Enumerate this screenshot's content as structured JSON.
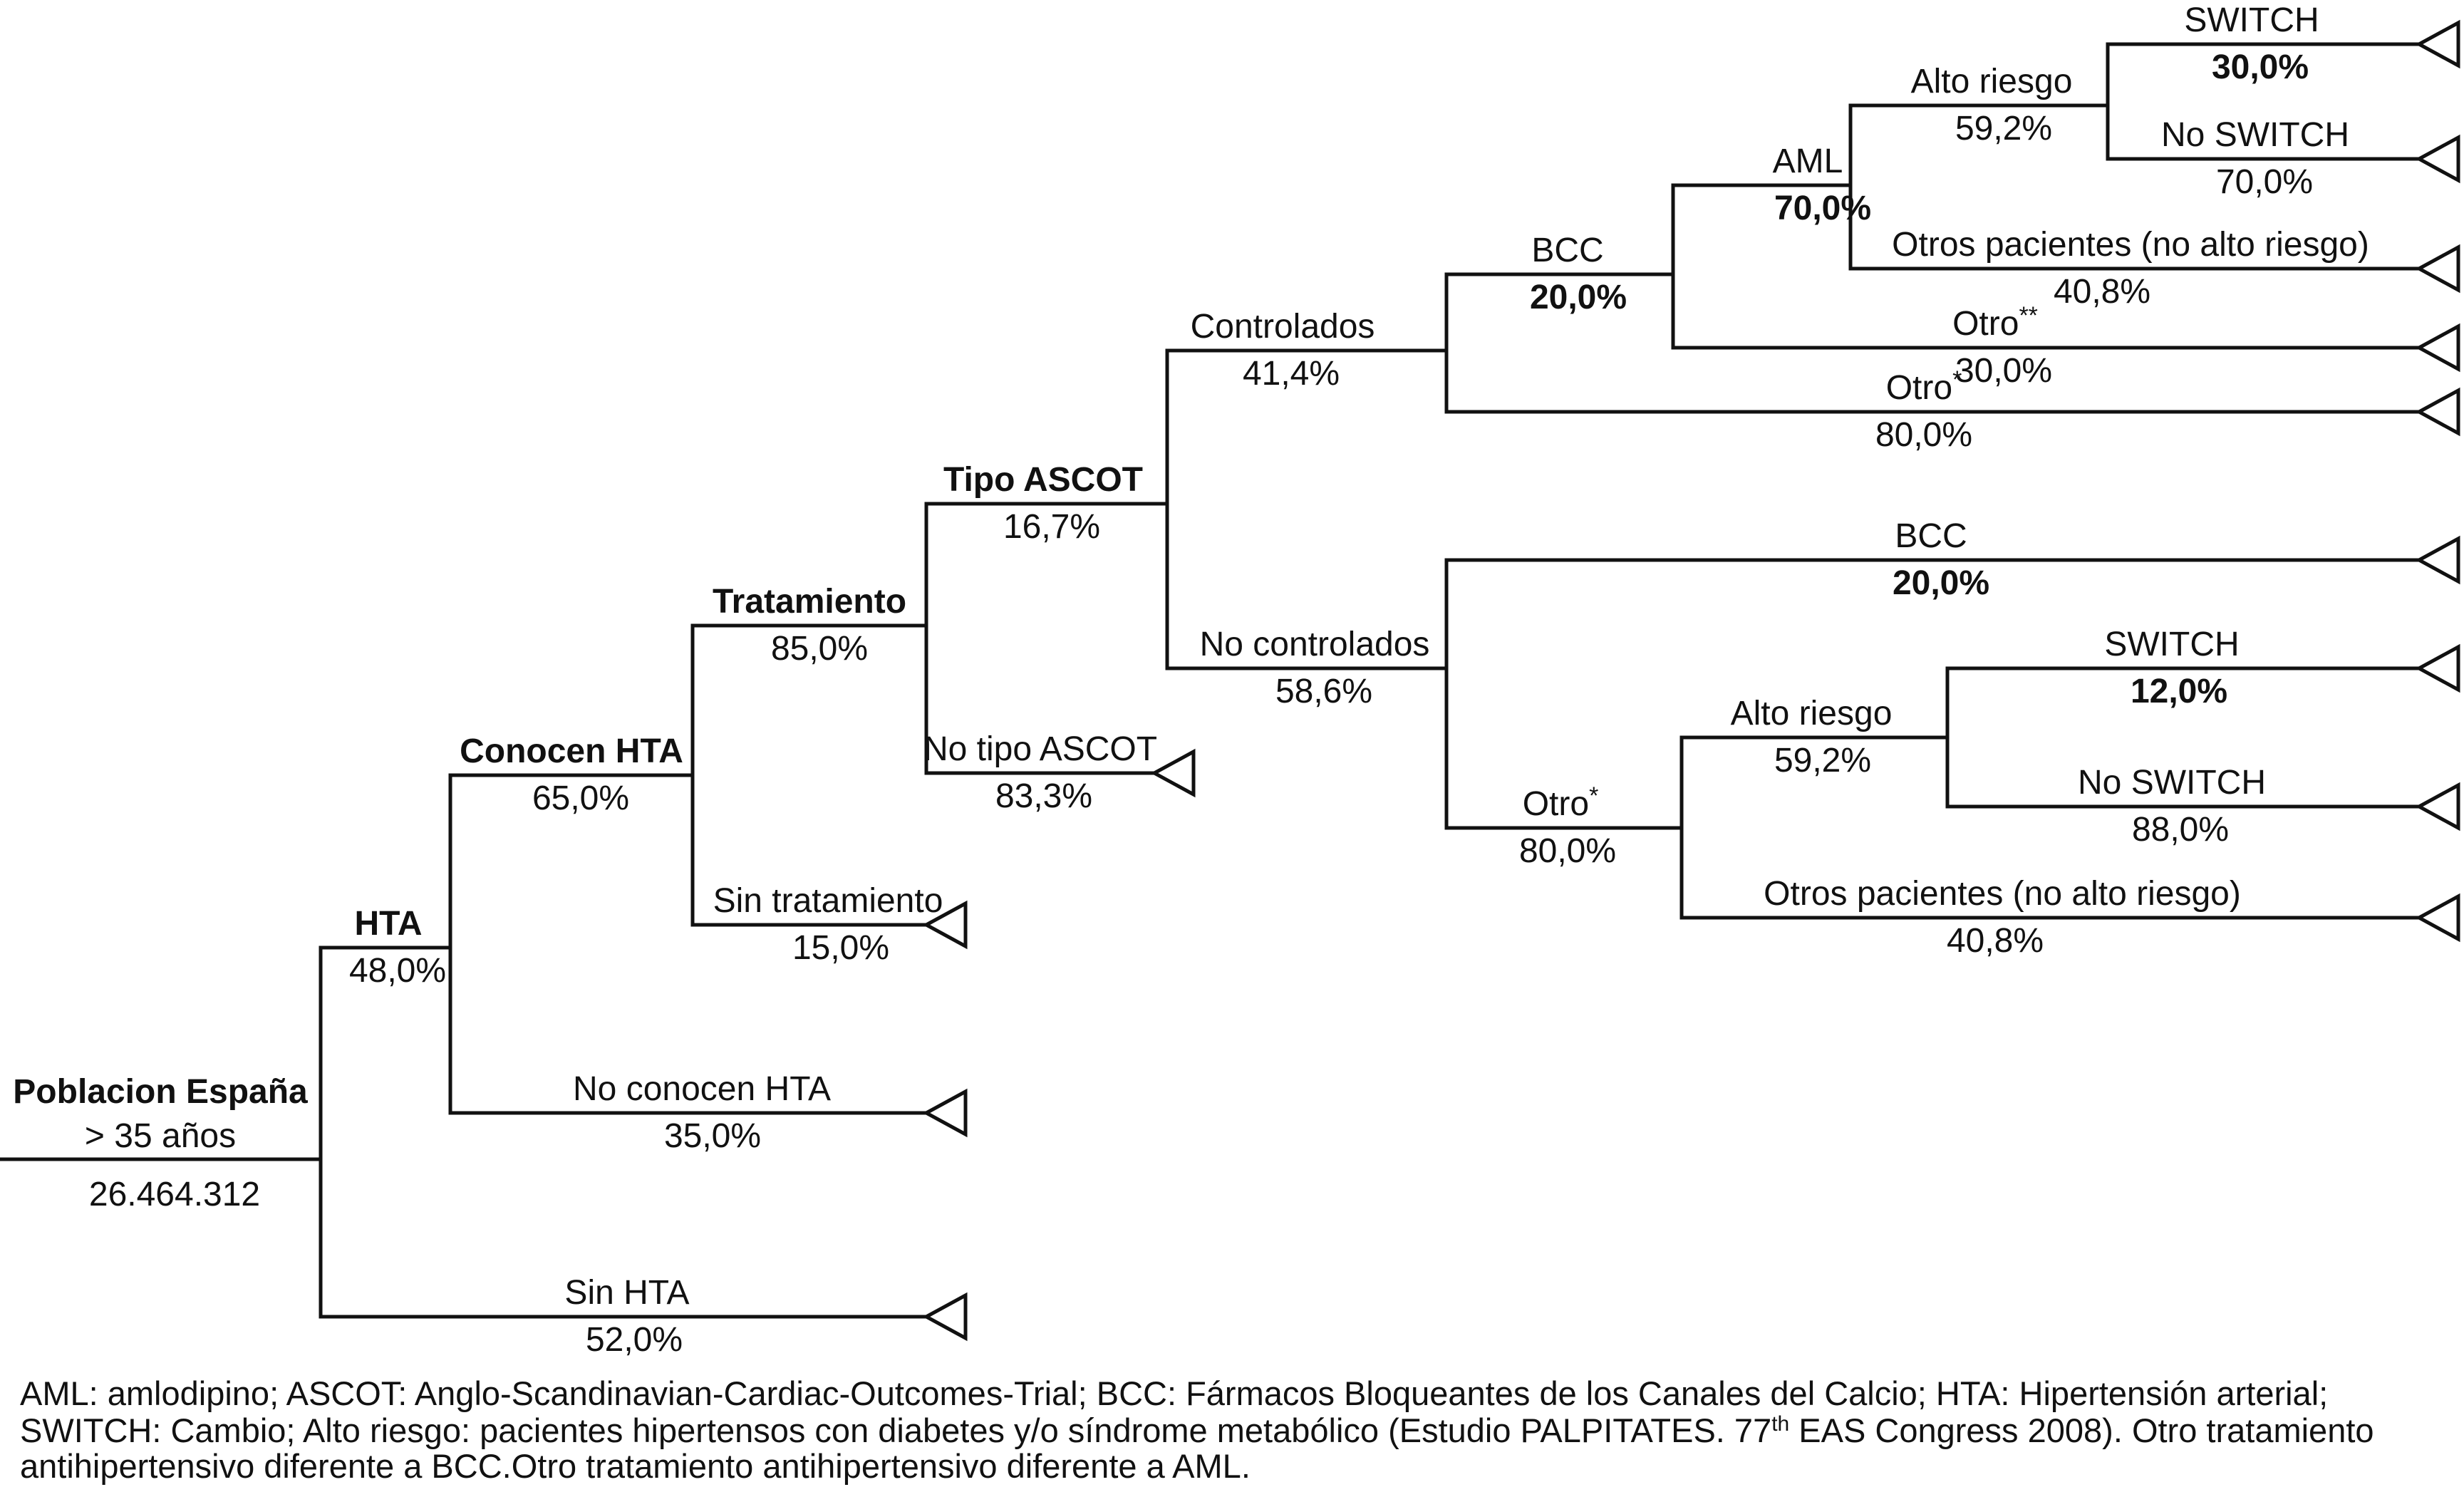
{
  "colors": {
    "line": "#111111",
    "text": "#111111",
    "background": "#ffffff"
  },
  "tree": {
    "root": {
      "label": "Poblacion España",
      "age_line": "> 35 años",
      "value": "26.464.312"
    },
    "nodes": {
      "hta": {
        "label": "HTA",
        "pct": "48,0%"
      },
      "sin_hta": {
        "label": "Sin HTA",
        "pct": "52,0%"
      },
      "conocen_hta": {
        "label": "Conocen HTA",
        "pct": "65,0%"
      },
      "no_conocen_hta": {
        "label": "No conocen HTA",
        "pct": "35,0%"
      },
      "tratamiento": {
        "label": "Tratamiento",
        "pct": "85,0%"
      },
      "sin_tratamiento": {
        "label": "Sin tratamiento",
        "pct": "15,0%"
      },
      "tipo_ascot": {
        "label": "Tipo ASCOT",
        "pct": "16,7%"
      },
      "no_tipo_ascot": {
        "label": "No tipo ASCOT",
        "pct": "83,3%"
      },
      "controlados": {
        "label": "Controlados",
        "pct": "41,4%"
      },
      "no_controlados": {
        "label": "No controlados",
        "pct": "58,6%"
      },
      "bcc_controlados": {
        "label": "BCC",
        "pct": "20,0%"
      },
      "otro_controlados": {
        "label": "Otro",
        "sup": "*",
        "pct": "80,0%"
      },
      "aml": {
        "label": "AML",
        "pct": "70,0%"
      },
      "otro_aml": {
        "label": "Otro",
        "sup": "**",
        "pct": "30,0%"
      },
      "alto_riesgo_aml": {
        "label": "Alto riesgo",
        "pct": "59,2%"
      },
      "otros_pacientes_aml": {
        "label": "Otros pacientes (no alto riesgo)",
        "pct": "40,8%"
      },
      "switch_aml": {
        "label": "SWITCH",
        "pct": "30,0%"
      },
      "no_switch_aml": {
        "label": "No SWITCH",
        "pct": "70,0%"
      },
      "bcc_no_controlados": {
        "label": "BCC",
        "pct": "20,0%"
      },
      "otro_no_controlados": {
        "label": "Otro",
        "sup": "*",
        "pct": "80,0%"
      },
      "alto_riesgo_otro": {
        "label": "Alto riesgo",
        "pct": "59,2%"
      },
      "otros_pacientes_otro": {
        "label": "Otros pacientes (no alto riesgo)",
        "pct": "40,8%"
      },
      "switch_otro": {
        "label": "SWITCH",
        "pct": "12,0%"
      },
      "no_switch_otro": {
        "label": "No SWITCH",
        "pct": "88,0%"
      }
    },
    "structure": {
      "root": [
        "hta",
        "sin_hta"
      ],
      "hta": [
        "conocen_hta",
        "no_conocen_hta"
      ],
      "conocen_hta": [
        "tratamiento",
        "sin_tratamiento"
      ],
      "tratamiento": [
        "tipo_ascot",
        "no_tipo_ascot"
      ],
      "tipo_ascot": [
        "controlados",
        "no_controlados"
      ],
      "controlados": [
        "bcc_controlados",
        "otro_controlados"
      ],
      "bcc_controlados": [
        "aml",
        "otro_aml"
      ],
      "aml": [
        "alto_riesgo_aml",
        "otros_pacientes_aml"
      ],
      "alto_riesgo_aml": [
        "switch_aml",
        "no_switch_aml"
      ],
      "no_controlados": [
        "bcc_no_controlados",
        "otro_no_controlados"
      ],
      "otro_no_controlados": [
        "alto_riesgo_otro",
        "otros_pacientes_otro"
      ],
      "alto_riesgo_otro": [
        "switch_otro",
        "no_switch_otro"
      ]
    }
  },
  "footnote": {
    "line1": "AML: amlodipino; ASCOT: Anglo-Scandinavian-Cardiac-Outcomes-Trial; BCC: Fármacos Bloqueantes de los Canales del Calcio; HTA: Hipertensión arterial;",
    "line2_pre": "SWITCH: Cambio; Alto riesgo: pacientes hipertensos con diabetes y/o síndrome metabólico (Estudio PALPITATES. 77",
    "line2_sup": "th",
    "line2_post": " EAS Congress 2008). Otro tratamiento",
    "line3": "antihipertensivo diferente a BCC.Otro tratamiento antihipertensivo diferente a AML."
  }
}
